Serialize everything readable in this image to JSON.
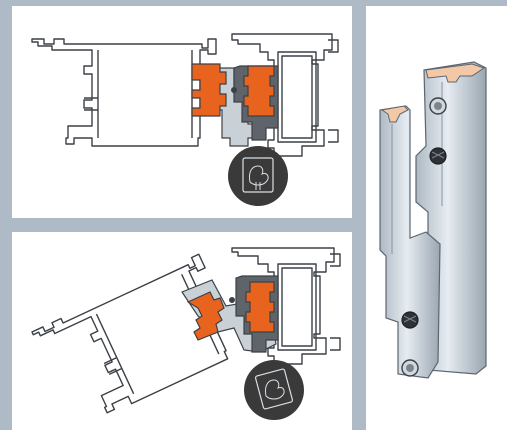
{
  "figure": {
    "panels": [
      {
        "id": "top-panel",
        "view": "profile-section-closed"
      },
      {
        "id": "bottom-panel",
        "view": "profile-section-tilted"
      },
      {
        "id": "right-panel",
        "view": "hinge-profile-perspective"
      }
    ],
    "logo": {
      "icon": "rooster-seal-icon",
      "caption": ""
    },
    "colors": {
      "background": "#aebbc7",
      "panel": "#ffffff",
      "gasket": "#e8641e",
      "insert_dark": "#5e6469",
      "insert_light": "#c9d1d7",
      "profile_stroke": "#3b4046",
      "seal": "#3a3a3a",
      "aluminium": "#d7dfe6",
      "cut_face": "#f2c8a6"
    }
  }
}
